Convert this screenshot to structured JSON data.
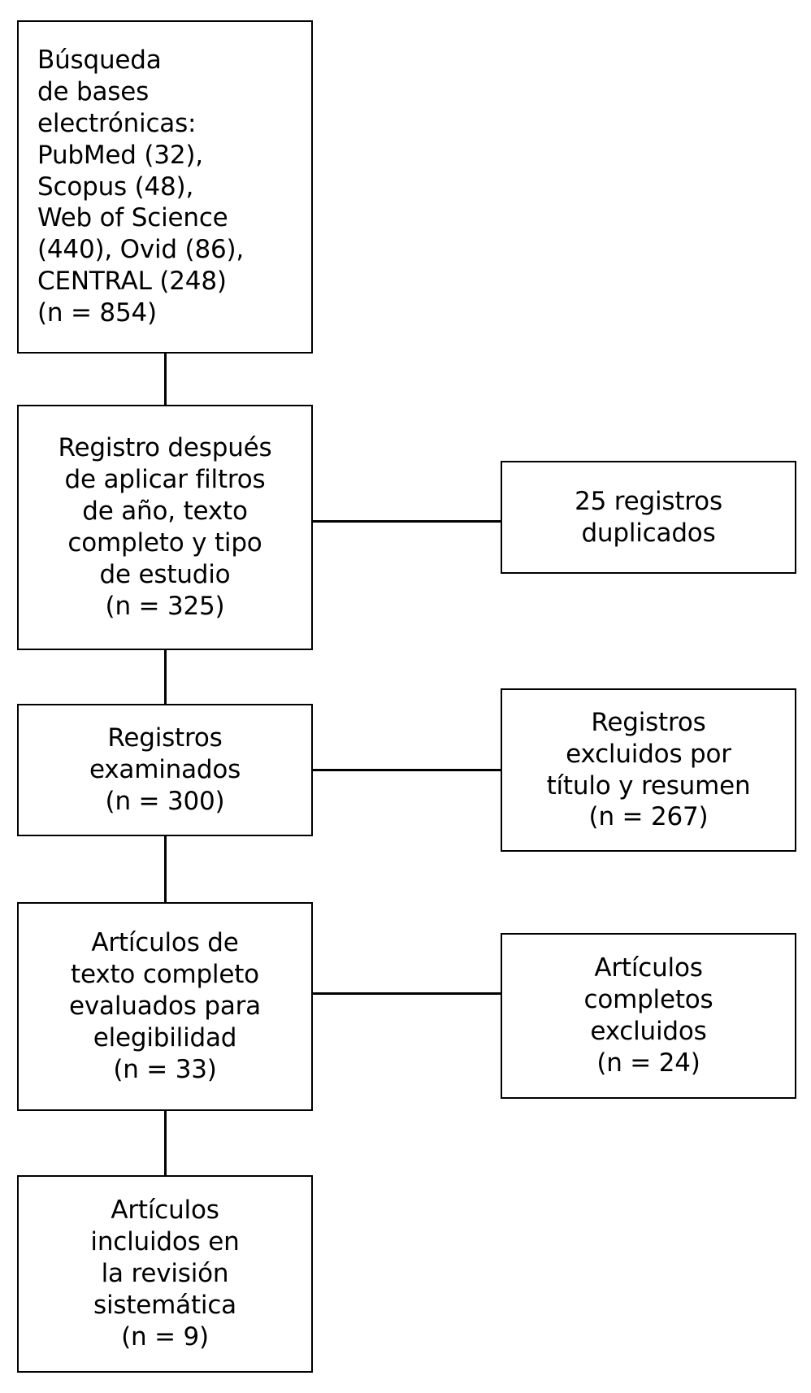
{
  "diagram": {
    "type": "prisma-flow-diagram",
    "language": "es",
    "stroke_color": "#000000",
    "background_color": "#ffffff",
    "main_flow": [
      {
        "id": "identificacion",
        "align": "left",
        "lines": [
          "Búsqueda",
          "de bases",
          "electrónicas:",
          "PubMed (32),",
          "Scopus (48),",
          "Web of Science",
          "(440), Ovid (86),",
          "CENTRAL (248)",
          "(n = 854)"
        ]
      },
      {
        "id": "filtros",
        "align": "center",
        "lines": [
          "Registro después",
          "de aplicar filtros",
          "de año, texto",
          "completo y tipo",
          "de estudio",
          "(n = 325)"
        ]
      },
      {
        "id": "examinados",
        "align": "center",
        "lines": [
          "Registros",
          "examinados",
          "(n = 300)"
        ]
      },
      {
        "id": "elegibilidad",
        "align": "center",
        "lines": [
          "Artículos de",
          "texto completo",
          "evaluados para",
          "elegibilidad",
          "(n = 33)"
        ]
      },
      {
        "id": "incluidos",
        "align": "center",
        "lines": [
          "Artículos",
          "incluidos en",
          "la revisión",
          "sistemática",
          "(n = 9)"
        ]
      }
    ],
    "exclusion_boxes": [
      {
        "id": "duplicados",
        "align": "center",
        "lines": [
          "25 registros",
          "duplicados"
        ]
      },
      {
        "id": "excluidos-titulo-resumen",
        "align": "center",
        "lines": [
          "Registros",
          "excluidos por",
          "título y resumen",
          "(n = 267)"
        ]
      },
      {
        "id": "completos-excluidos",
        "align": "center",
        "lines": [
          "Artículos",
          "completos",
          "excluidos",
          "(n = 24)"
        ]
      }
    ]
  }
}
